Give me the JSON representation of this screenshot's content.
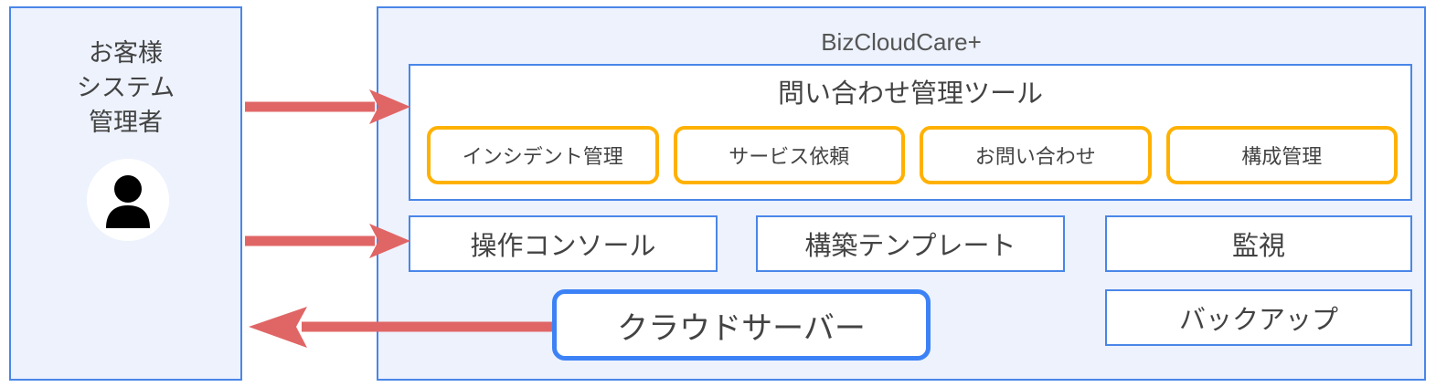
{
  "actor": {
    "label": "お客様\nシステム\n管理者",
    "avatar_icon": "person-avatar-icon"
  },
  "service": {
    "title": "BizCloudCare+",
    "tool_group": {
      "title": "問い合わせ管理ツール",
      "chips": [
        {
          "label": "インシデント管理"
        },
        {
          "label": "サービス依頼"
        },
        {
          "label": "お問い合わせ"
        },
        {
          "label": "構成管理"
        }
      ]
    },
    "features": [
      {
        "key": "console",
        "label": "操作コンソール"
      },
      {
        "key": "template",
        "label": "構築テンプレート"
      },
      {
        "key": "monitor",
        "label": "監視"
      },
      {
        "key": "cloud",
        "label": "クラウドサーバー"
      },
      {
        "key": "backup",
        "label": "バックアップ"
      }
    ]
  },
  "arrows": [
    {
      "name": "arrow-admin-to-inquiry-tool",
      "direction": "right"
    },
    {
      "name": "arrow-admin-to-console",
      "direction": "right"
    },
    {
      "name": "arrow-cloud-server-to-admin",
      "direction": "left"
    }
  ],
  "colors": {
    "panel_background": "#EDF2FD",
    "panel_border": "#4A86E8",
    "chip_border": "#FFB100",
    "cloud_border": "#3C82F6",
    "arrow": "#E06666",
    "text": "#434343",
    "title_text": "#555555",
    "box_background": "#FFFFFF"
  }
}
